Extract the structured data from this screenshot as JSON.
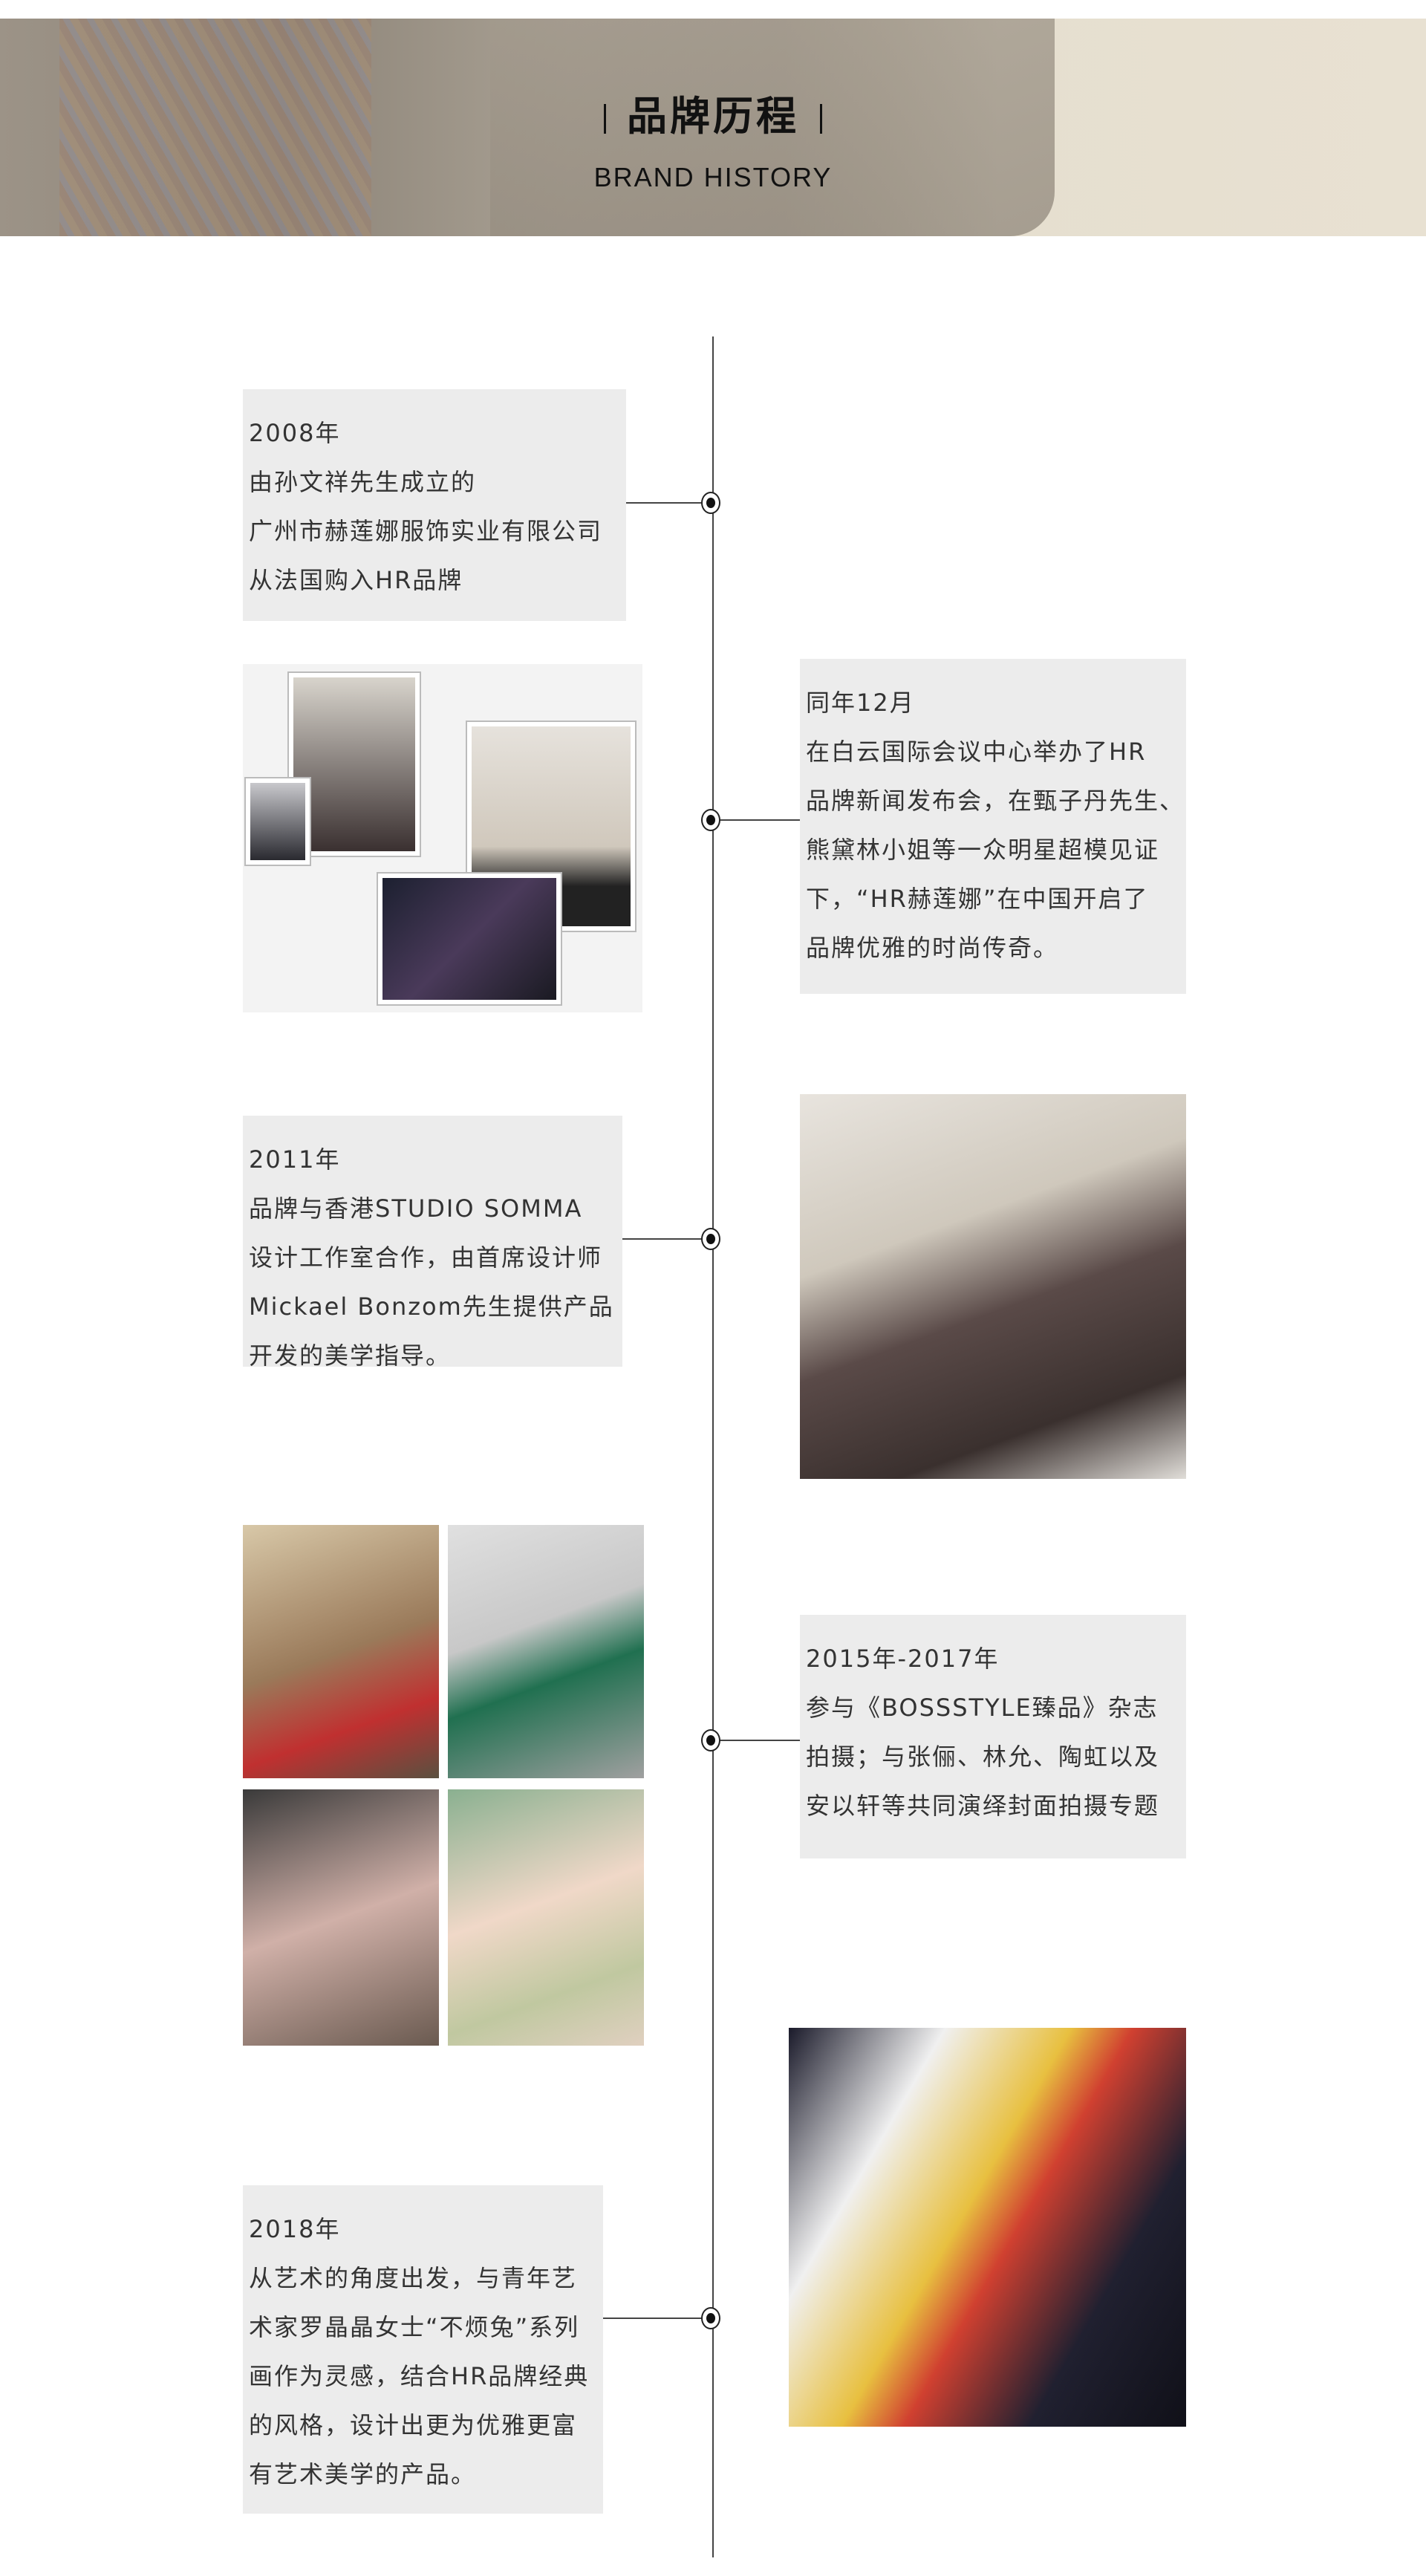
{
  "header": {
    "title": "品牌历程",
    "subtitle": "BRAND HISTORY"
  },
  "timeline": [
    {
      "year": "2008年",
      "lines": [
        "由孙文祥先生成立的",
        "广州市赫莲娜服饰实业有限公司",
        "从法国购入HR品牌"
      ]
    },
    {
      "year": "同年12月",
      "lines": [
        "在白云国际会议中心举办了HR",
        "品牌新闻发布会，在甄子丹先生、",
        "熊黛林小姐等一众明星超模见证",
        "下，“HR赫莲娜”在中国开启了",
        "品牌优雅的时尚传奇。"
      ]
    },
    {
      "year": "2011年",
      "lines": [
        "品牌与香港STUDIO SOMMA",
        "设计工作室合作，由首席设计师",
        "Mickael Bonzom先生提供产品",
        "开发的美学指导。"
      ]
    },
    {
      "year": "2015年-2017年",
      "lines": [
        "参与《BOSSSTYLE臻品》杂志",
        "拍摄；与张俪、林允、陶虹以及",
        "安以轩等共同演绎封面拍摄专题"
      ]
    },
    {
      "year": "2018年",
      "lines": [
        "从艺术的角度出发，与青年艺",
        "术家罗晶晶女士“不烦兔”系列",
        "画作为灵感，结合HR品牌经典",
        "的风格，设计出更为优雅更富",
        "有艺术美学的产品。"
      ]
    }
  ]
}
